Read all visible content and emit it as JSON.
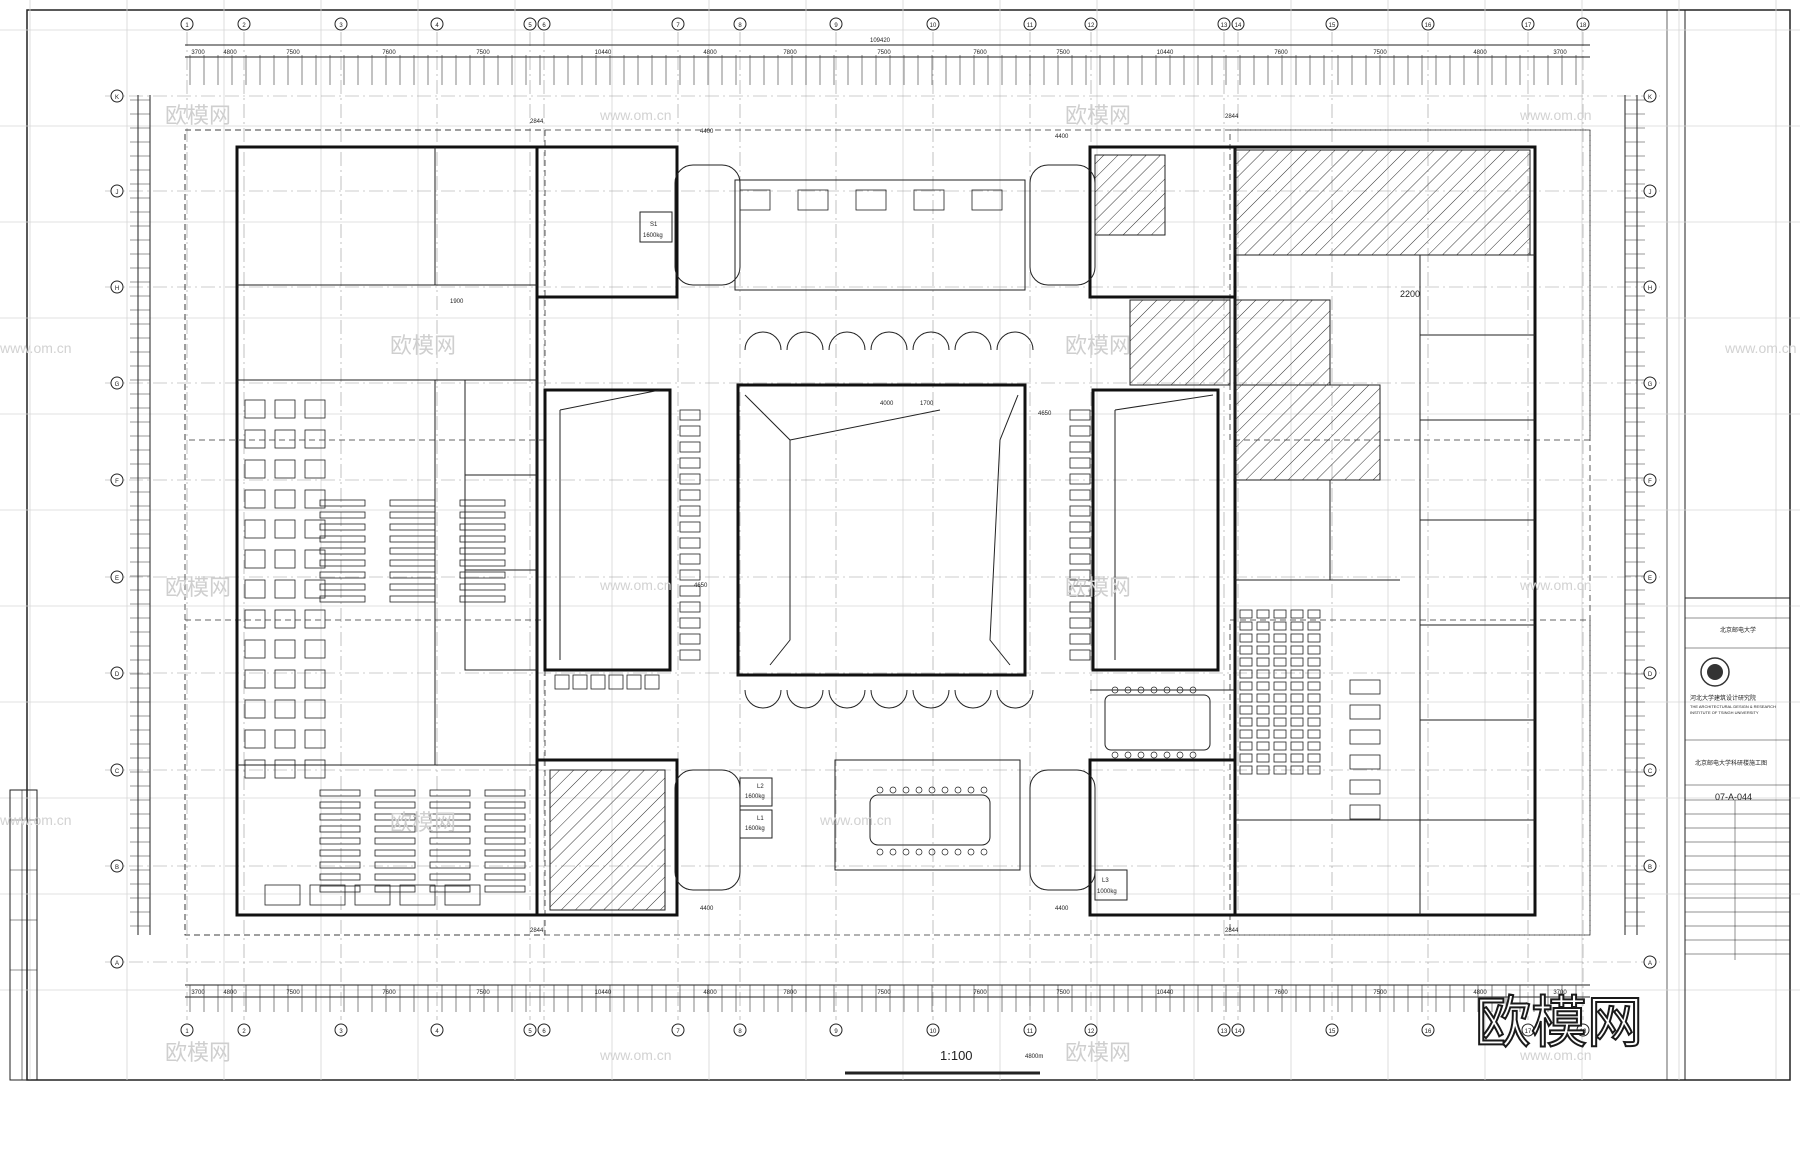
{
  "scale_label": "1:100",
  "north_note": "4800m",
  "grid_top": [
    "1",
    "2",
    "3",
    "4",
    "5",
    "6",
    "7",
    "8",
    "9",
    "10",
    "11",
    "12",
    "13",
    "14",
    "15",
    "16",
    "17",
    "18"
  ],
  "grid_side": [
    "K",
    "J",
    "H",
    "G",
    "F",
    "E",
    "D",
    "C",
    "B",
    "A"
  ],
  "overall_dim": "109420",
  "dims_top": [
    "3700",
    "4800",
    "7500",
    "7600",
    "7500",
    "10440",
    "4800",
    "7800",
    "7500",
    "7600",
    "7500",
    "10440",
    "7600",
    "7500",
    "4800",
    "3700"
  ],
  "room_labels": {
    "stair_left": "1900",
    "gap_left": "4650",
    "gap_right": "4650",
    "stair_dim_top_left": "4400",
    "stair_dim_top_right": "4400",
    "stair_dim_bottom_left": "4400",
    "stair_dim_bottom_right": "4400",
    "corr_width": "2200",
    "dim_4000": "4000",
    "dim_1700": "1700",
    "dim_2844_a": "2844",
    "dim_2844_b": "2844",
    "dim_2844_c": "2844",
    "dim_2844_d": "2844"
  },
  "lifts": [
    {
      "id": "S1",
      "cap": "1600kg"
    },
    {
      "id": "L2",
      "cap": "1600kg"
    },
    {
      "id": "L1",
      "cap": "1600kg"
    },
    {
      "id": "L3",
      "cap": "1000kg"
    }
  ],
  "title_block": {
    "client": "北京邮电大学",
    "designer_cn": "河北大学建筑设计研究院",
    "designer_en": "THE ARCHITECTURAL DESIGN & RESEARCH",
    "designer_en2": "INSTITUTE OF TSINGH UNIVERSITY",
    "project": "北京邮电大学科研楼施工图",
    "drawing_no": "07-A-044"
  },
  "watermark": {
    "brand": "欧模网",
    "url": "www.om.cn"
  }
}
